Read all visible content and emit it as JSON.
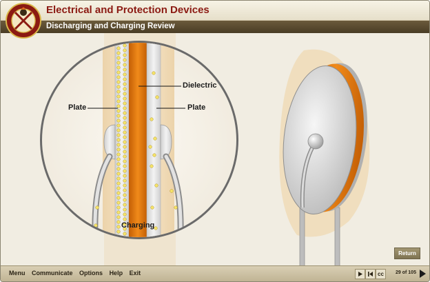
{
  "header": {
    "title": "Electrical and Protection Devices",
    "subtitle": "Discharging and Charging Review"
  },
  "diagram": {
    "label_dielectric": "Dielectric",
    "label_plate_left": "Plate",
    "label_plate_right": "Plate",
    "caption": "Charging"
  },
  "return_button": {
    "label": "Return"
  },
  "footer": {
    "menu": [
      "Menu",
      "Communicate",
      "Options",
      "Help",
      "Exit"
    ],
    "cc_label": "cc",
    "page_count": "29 of 105"
  },
  "colors": {
    "brand_red": "#8b1a12",
    "subheader_brown": "#5a4a2e",
    "dielectric_orange": "#e0780a",
    "charge_yellow": "#f2df5c"
  },
  "icons": {
    "play": "play-icon",
    "skip_back": "skip-back-icon",
    "next": "next-arrow-icon"
  }
}
